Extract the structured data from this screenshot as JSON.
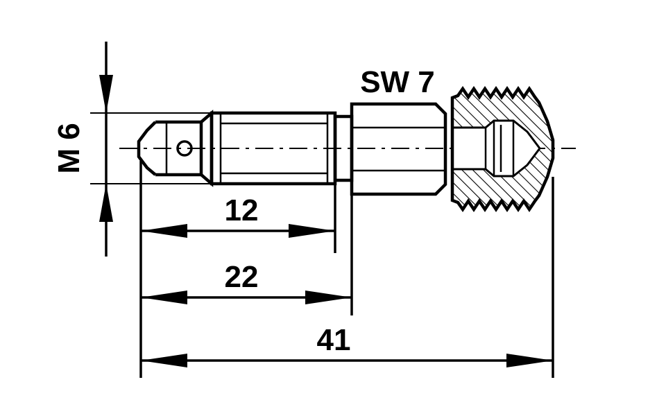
{
  "drawing": {
    "thread_label": "M 6",
    "wrench_label": "SW 7",
    "dims": {
      "thread_length": "12",
      "hex_position": "22",
      "overall_length": "41"
    }
  },
  "colors": {
    "ink": "#000000",
    "paper": "#ffffff"
  }
}
